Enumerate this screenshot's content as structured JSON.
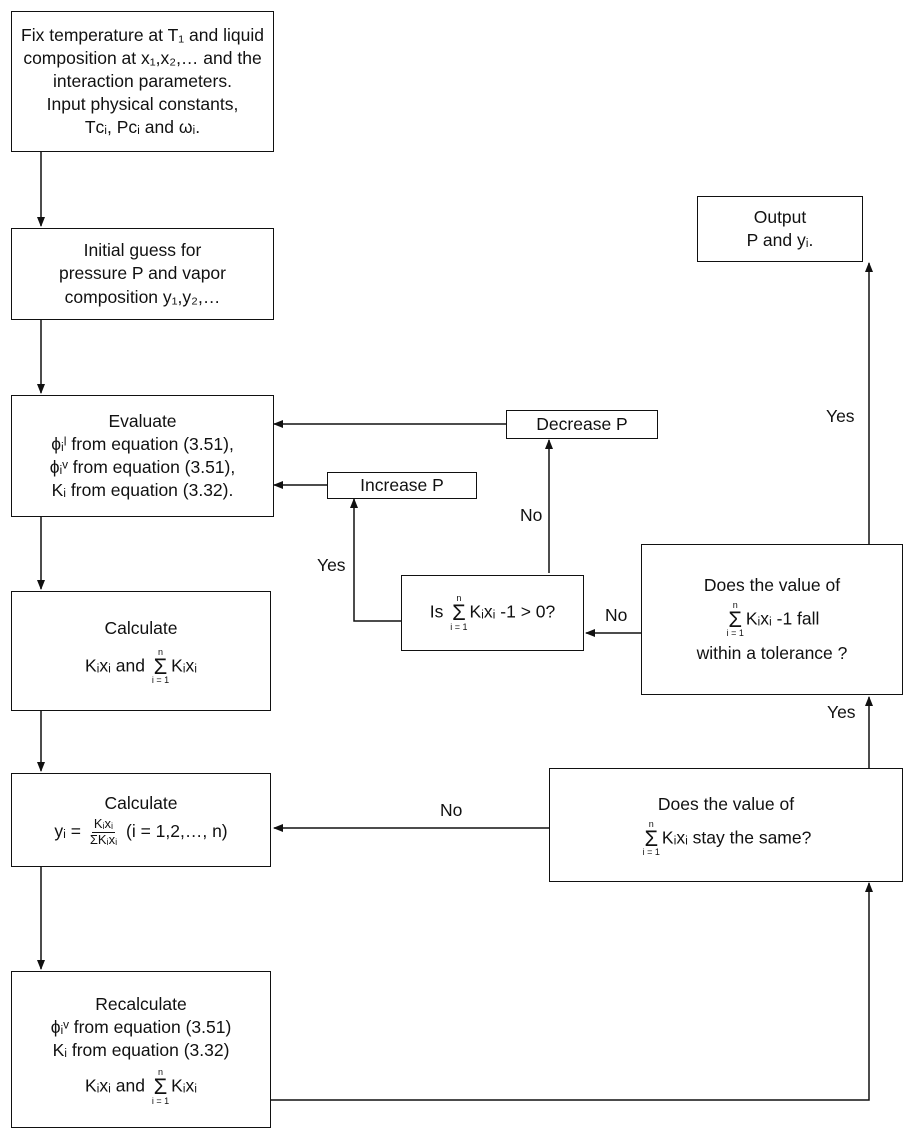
{
  "boxes": {
    "fix_conditions": {
      "lines": [
        "Fix temperature at T₁ and liquid",
        "composition at x₁,x₂,… and the",
        "interaction parameters.",
        "Input physical constants,",
        "Tᴄᵢ, Pᴄᵢ and ωᵢ."
      ]
    },
    "initial_guess": {
      "lines": [
        "Initial guess for",
        "pressure P and vapor",
        "composition y₁,y₂,…"
      ]
    },
    "evaluate": {
      "lines": [
        "Evaluate",
        "ϕᵢˡ from equation (3.51),",
        "ϕᵢᵛ from equation (3.51),",
        "Kᵢ from equation (3.32)."
      ]
    },
    "calculate_sum": {
      "title": "Calculate",
      "expr": "Kᵢxᵢ and",
      "sum_top": "n",
      "sum_bottom": "i = 1",
      "sum_term": "Kᵢxᵢ"
    },
    "calculate_y": {
      "title": "Calculate",
      "lhs": "yᵢ =",
      "numerator": "Kᵢxᵢ",
      "denominator": "ΣKᵢxᵢ",
      "range": "(i = 1,2,…, n)"
    },
    "recalculate": {
      "title": "Recalculate",
      "line1": "ϕᵢᵛ from equation (3.51)",
      "line2": "Kᵢ from equation (3.32)",
      "expr": "Kᵢxᵢ and",
      "sum_top": "n",
      "sum_bottom": "i = 1",
      "sum_term": "Kᵢxᵢ"
    },
    "output": {
      "lines": [
        "Output",
        "P and yᵢ."
      ]
    },
    "decrease_p": {
      "label": "Decrease P"
    },
    "increase_p": {
      "label": "Increase P"
    },
    "is_positive": {
      "prefix": "Is",
      "sum_top": "n",
      "sum_bottom": "i = 1",
      "sum_term": "Kᵢxᵢ -1 > 0?"
    },
    "tolerance_check": {
      "title": "Does the value of",
      "sum_top": "n",
      "sum_bottom": "i = 1",
      "sum_term": "Kᵢxᵢ -1 fall",
      "tail": "within a tolerance ?"
    },
    "same_check": {
      "title": "Does the value of",
      "sum_top": "n",
      "sum_bottom": "i = 1",
      "sum_term": "Kᵢxᵢ  stay the same?"
    }
  },
  "edge_labels": {
    "yes_to_output": "Yes",
    "yes_to_increase": "Yes",
    "no_to_decrease": "No",
    "no_to_is": "No",
    "yes_to_tolerance": "Yes",
    "no_to_calculate": "No"
  }
}
